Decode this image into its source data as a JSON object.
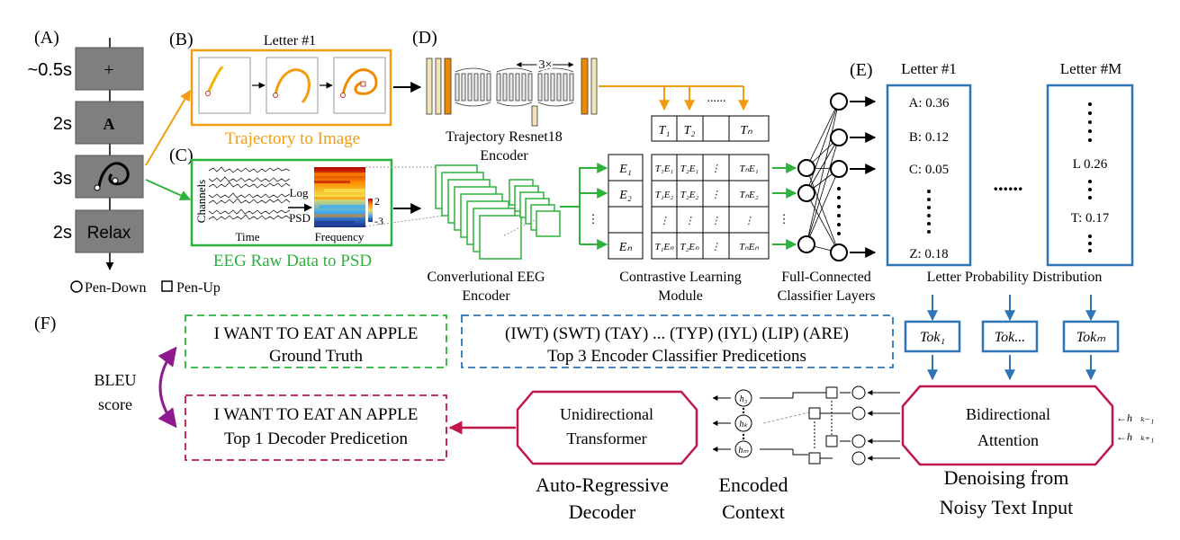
{
  "panel_labels": {
    "a": "(A)",
    "b": "(B)",
    "c": "(C)",
    "d": "(D)",
    "e": "(E)",
    "f": "(F)"
  },
  "timeline": {
    "steps": [
      {
        "duration": "~0.5s",
        "content": "+"
      },
      {
        "duration": "2s",
        "content": "A"
      },
      {
        "duration": "3s",
        "content": ""
      },
      {
        "duration": "2s",
        "content": "Relax"
      }
    ],
    "legend_pen_down": "Pen-Down",
    "legend_pen_up": "Pen-Up"
  },
  "trajectory": {
    "letter": "Letter #1",
    "caption": "Trajectory to Image",
    "encoder_line1": "Trajectory Resnet18",
    "encoder_line2": "Encoder",
    "repeat_label": "3×"
  },
  "eeg": {
    "channels": "Channels",
    "time": "Time",
    "log": "Log",
    "psd": "PSD",
    "frequency": "Frequency",
    "scale_max": "2",
    "scale_min": "-3",
    "caption": "EEG Raw Data to PSD",
    "encoder_line1": "Converlutional EEG",
    "encoder_line2": "Encoder"
  },
  "contrastive": {
    "t_row": [
      "T₁",
      "T₂",
      "",
      "Tₙ"
    ],
    "t_dots": "......",
    "e_col": [
      "E₁",
      "E₂",
      "⋮",
      "Eₙ"
    ],
    "matrix": [
      [
        "T₁E₁",
        "T₂E₁",
        "⋮",
        "TₙE₁"
      ],
      [
        "T₁E₂",
        "T₂E₂",
        "⋮",
        "TₙE₂"
      ],
      [
        "⋮",
        "⋮",
        "⋮",
        "⋮"
      ],
      [
        "T₁Eₙ",
        "T₂Eₙ",
        "⋮",
        "TₙEₙ"
      ]
    ],
    "caption_line1": "Contrastive Learning",
    "caption_line2": "Module"
  },
  "classifier": {
    "caption_line1": "Full-Connected",
    "caption_line2": "Classifier Layers"
  },
  "letters": {
    "first_title": "Letter #1",
    "last_title": "Letter #M",
    "first_probs": [
      "A: 0.36",
      "B: 0.12",
      "C: 0.05",
      "Z: 0.18"
    ],
    "last_probs": [
      "L 0.26",
      "T: 0.17"
    ],
    "between_dots": "......",
    "caption": "Letter Probability Distribution"
  },
  "tokens": {
    "labels": [
      "Tok₁",
      "Tok...",
      "Tokₘ"
    ]
  },
  "bleu": {
    "line1": "BLEU",
    "line2": "score"
  },
  "ground_truth": {
    "text": "I WANT TO EAT AN APPLE",
    "label": "Ground Truth"
  },
  "top3": {
    "text": "(IWT) (SWT) (TAY) ... (TYP) (IYL) (LIP) (ARE)",
    "label": "Top 3 Encoder Classifier Predicetions"
  },
  "top1": {
    "text": "I WANT TO EAT AN APPLE",
    "label": "Top 1 Decoder Predicetion"
  },
  "decoder": {
    "box_line1": "Unidirectional",
    "box_line2": "Transformer",
    "caption_line1": "Auto-Regressive",
    "caption_line2": "Decoder"
  },
  "context": {
    "nodes": [
      "h₃",
      "hₖ",
      "hₘ"
    ],
    "caption_line1": "Encoded",
    "caption_line2": "Context"
  },
  "attention": {
    "box_line1": "Bidirectional",
    "box_line2": "Attention",
    "h_prev": "←h⃗ₖ₋₁",
    "h_next": "←h⃗ₖ₊₁",
    "caption_line1": "Denoising from",
    "caption_line2": "Noisy Text Input"
  },
  "colors": {
    "orange": "#f39c12",
    "green": "#2db23c",
    "blue": "#2e75b6",
    "crimson": "#c0184a",
    "purple": "#8e1a8e",
    "gray_box": "#7f7f7f"
  }
}
